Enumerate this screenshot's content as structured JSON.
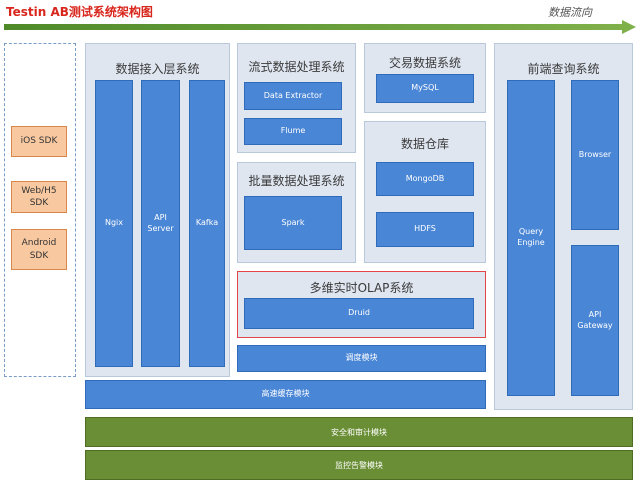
{
  "title": "Testin AB测试系统架构图",
  "flow_label": "数据流向",
  "sdks": [
    "iOS SDK",
    "Web/H5\nSDK",
    "Android\nSDK"
  ],
  "ingestion": {
    "title": "数据接入层系统",
    "items": [
      "Ngix",
      "API\nServer",
      "Kafka"
    ]
  },
  "stream": {
    "title": "流式数据处理系统",
    "items": [
      "Data Extractor",
      "Flume"
    ]
  },
  "batch": {
    "title": "批量数据处理系统",
    "items": [
      "Spark"
    ]
  },
  "transaction": {
    "title": "交易数据系统",
    "items": [
      "MySQL"
    ]
  },
  "warehouse": {
    "title": "数据仓库",
    "items": [
      "MongoDB",
      "HDFS"
    ]
  },
  "olap": {
    "title": "多维实时OLAP系统",
    "items": [
      "Druid"
    ]
  },
  "frontend": {
    "title": "前端查询系统",
    "items": [
      "Query\nEngine",
      "Browser",
      "API\nGateway"
    ]
  },
  "scheduler": "调度模块",
  "cache": "高速缓存模块",
  "security": "安全和审计模块",
  "monitor": "监控告警模块",
  "colors": {
    "title_red": "#d9261c",
    "arrow_green": "#6a9a3a",
    "component_blue": "#4a86d6",
    "group_bg": "#dfe6f0",
    "sdk_orange": "#f8c9a1",
    "bar_green": "#6a8e35",
    "olap_border": "#e24646"
  }
}
